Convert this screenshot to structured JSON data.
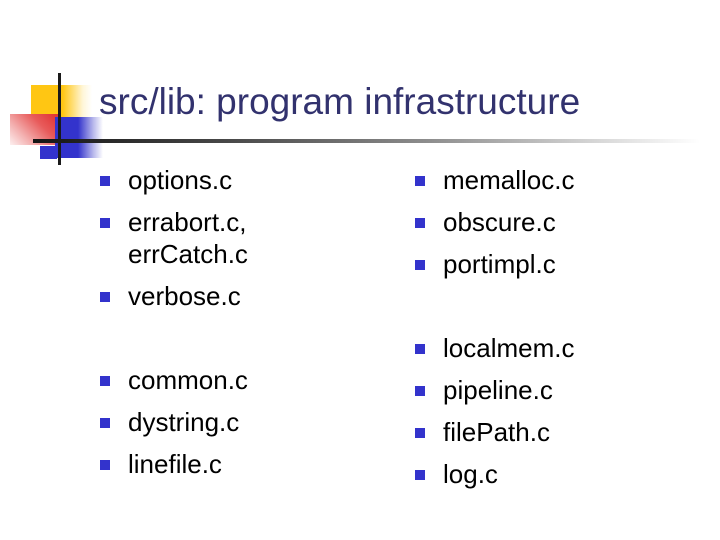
{
  "slide": {
    "title": "src/lib: program infrastructure",
    "columns": [
      {
        "groups": [
          {
            "items": [
              "options.c",
              "errabort.c,\nerrCatch.c",
              "verbose.c"
            ]
          },
          {
            "items": [
              "common.c",
              "dystring.c",
              "linefile.c"
            ]
          }
        ]
      },
      {
        "groups": [
          {
            "items": [
              "memalloc.c",
              "obscure.c",
              "portimpl.c"
            ]
          },
          {
            "items": [
              "localmem.c",
              "pipeline.c",
              "filePath.c",
              "log.c"
            ]
          }
        ]
      }
    ]
  },
  "colors": {
    "background": "#FFFFFF",
    "title_text": "#32326E",
    "body_text": "#000000",
    "bullet": "#3333CC",
    "accent_yellow": "#FFC613",
    "accent_red": "#E03030",
    "accent_blue": "#3333CC",
    "crosshair_line": "#1A1A1A",
    "rule_gradient_start": "#141414",
    "rule_gradient_end": "#FFFFFF"
  },
  "icons": {
    "bullet": "square-bullet-icon"
  }
}
